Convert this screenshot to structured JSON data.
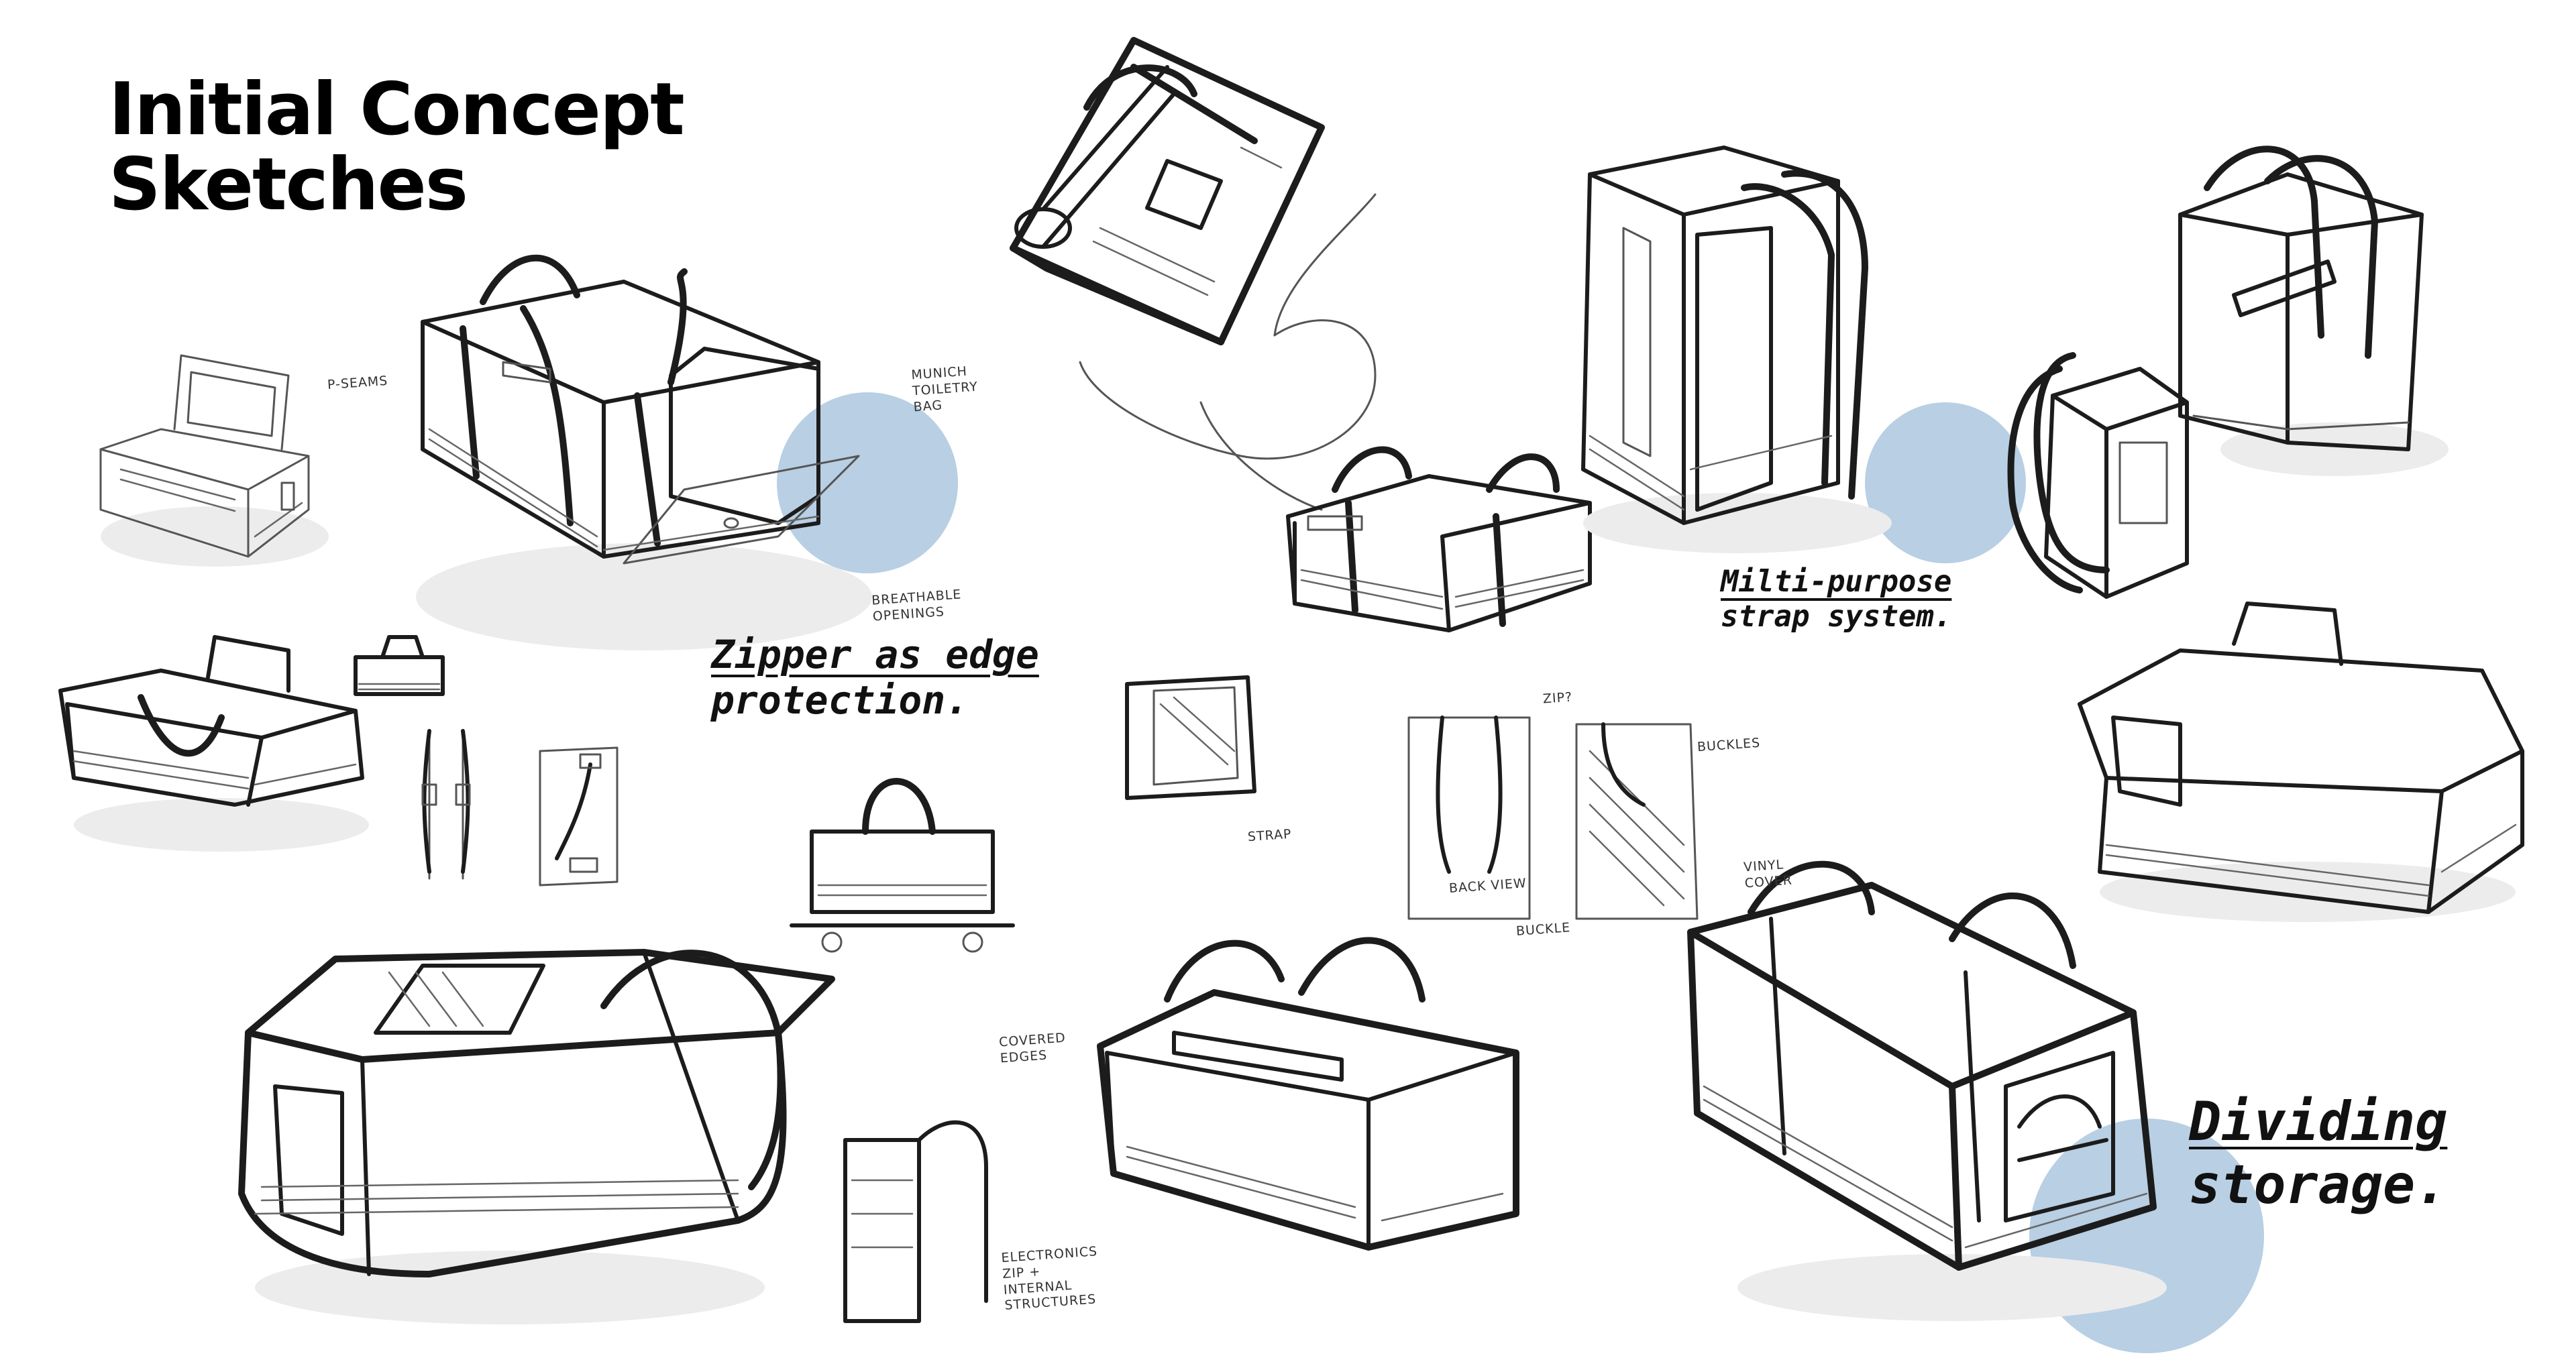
{
  "title": {
    "line1": "Initial Concept",
    "line2": "Sketches"
  },
  "callouts": {
    "zipper": {
      "line1": "Zipper as edge",
      "line2": "protection."
    },
    "strap": {
      "line1": "Milti-purpose",
      "line2": "strap system."
    },
    "dividing": {
      "line1": "Dividing",
      "line2": "storage."
    }
  },
  "notes": {
    "munich": [
      "Munich",
      "toiletry",
      "bag"
    ],
    "breathable": [
      "Breathable",
      "openings"
    ],
    "pseams": "P-seams",
    "covered_edges": [
      "Covered",
      "edges"
    ],
    "electronics": [
      "Electronics",
      "zip +",
      "internal",
      "structures"
    ],
    "zip": "Zip?",
    "back_view": "Back view",
    "buckle": "Buckle",
    "strap": "Strap",
    "buckles": "Buckles",
    "vinyl_cover": [
      "Vinyl",
      "cover"
    ]
  },
  "colors": {
    "accent_circle": "#b8cfe4",
    "ink": "#1c1c1c"
  }
}
